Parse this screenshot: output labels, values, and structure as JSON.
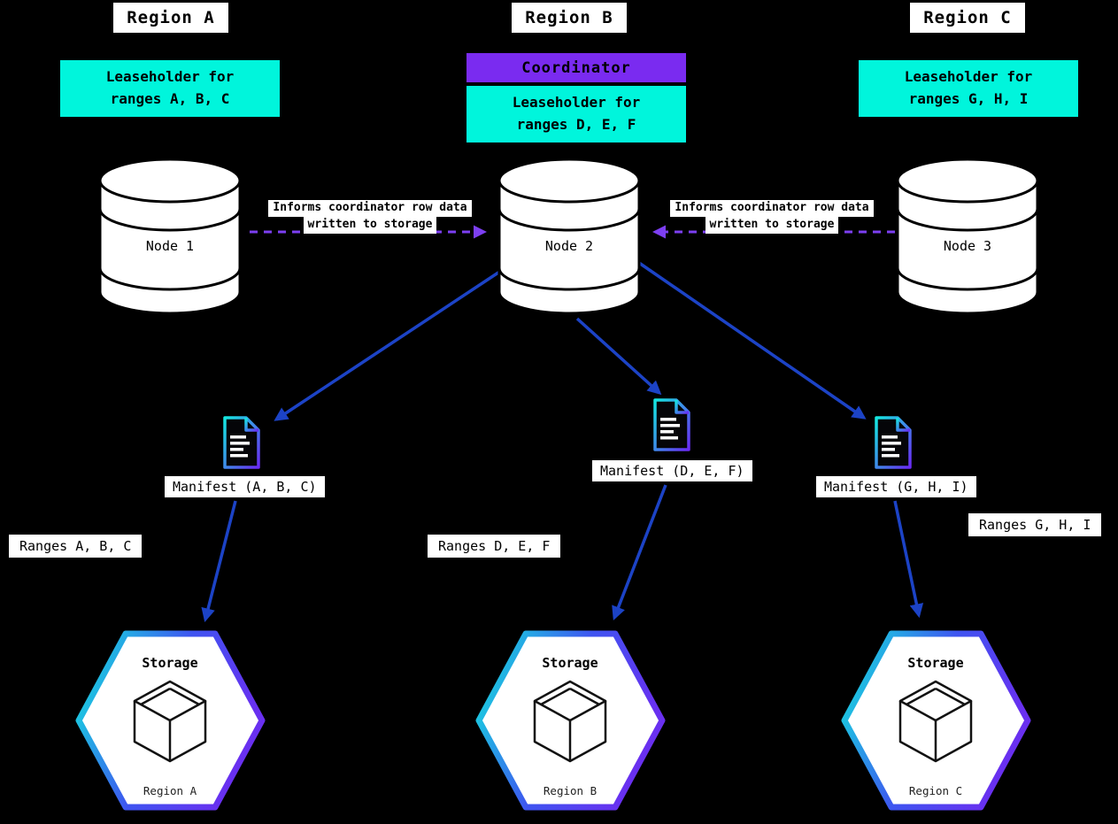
{
  "diagram": {
    "background": "#000000",
    "colors": {
      "leaseholder_bg": "#00F5DC",
      "coordinator_bg": "#7A2BF0",
      "arrow_blue": "#1C43C6",
      "arrow_dashed_purple": "#7D3FF2",
      "label_bg": "#FFFFFF",
      "label_text": "#000000"
    },
    "icons": {
      "node": "database-cylinder-icon",
      "manifest": "manifest-document-icon",
      "storage": "cube-icon",
      "storage_shape": "gradient-hexagon"
    }
  },
  "regions": [
    {
      "title": "Region A",
      "leaseholder_line1": "Leaseholder for",
      "leaseholder_line2": "ranges A, B, C",
      "node_label": "Node 1",
      "manifest_label": "Manifest (A, B, C)",
      "ranges_label": "Ranges A, B, C",
      "storage_title": "Storage",
      "storage_region": "Region A"
    },
    {
      "title": "Region B",
      "coordinator_label": "Coordinator",
      "leaseholder_line1": "Leaseholder for",
      "leaseholder_line2": "ranges D, E, F",
      "node_label": "Node 2",
      "manifest_label": "Manifest (D, E, F)",
      "ranges_label": "Ranges D, E, F",
      "storage_title": "Storage",
      "storage_region": "Region B"
    },
    {
      "title": "Region C",
      "leaseholder_line1": "Leaseholder for",
      "leaseholder_line2": "ranges G, H, I",
      "node_label": "Node 3",
      "manifest_label": "Manifest (G, H, I)",
      "ranges_label": "Ranges G, H, I",
      "storage_title": "Storage",
      "storage_region": "Region C"
    }
  ],
  "annotations": {
    "inform_line1": "Informs coordinator row data",
    "inform_line2": "written to storage"
  }
}
